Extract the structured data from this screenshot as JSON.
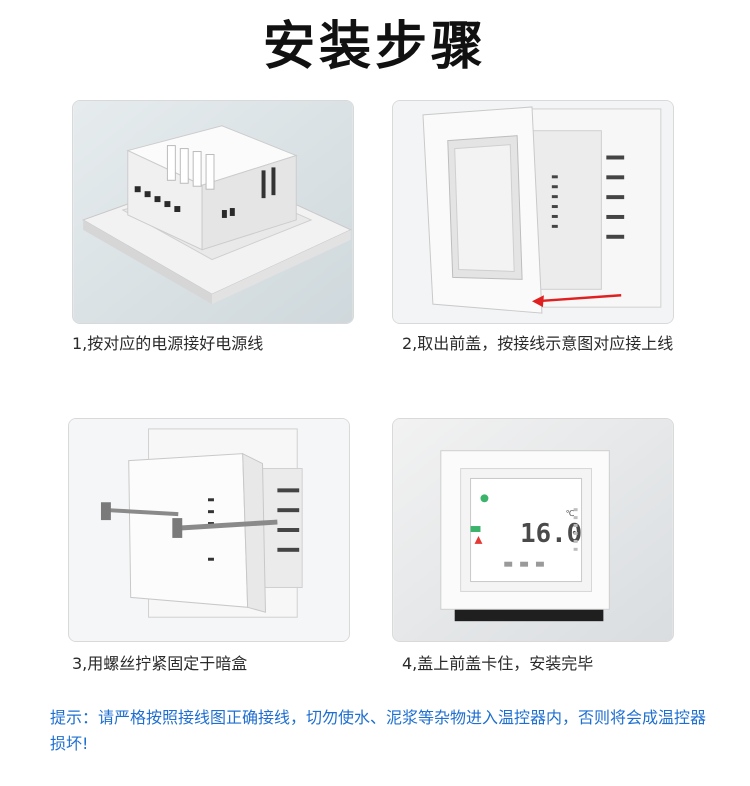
{
  "title": "安装步骤",
  "steps": [
    {
      "caption": "1,按对应的电源接好电源线"
    },
    {
      "caption": "2,取出前盖，按接线示意图对应接上线"
    },
    {
      "caption": "3,用螺丝拧紧固定于暗盒"
    },
    {
      "caption": "4,盖上前盖卡住，安装完毕"
    }
  ],
  "display": {
    "temperature": "16.0",
    "unit": "℃"
  },
  "note": "提示：请严格按照接线图正确接线，切勿使水、泥浆等杂物进入温控器内，否则将会成温控器损坏!"
}
